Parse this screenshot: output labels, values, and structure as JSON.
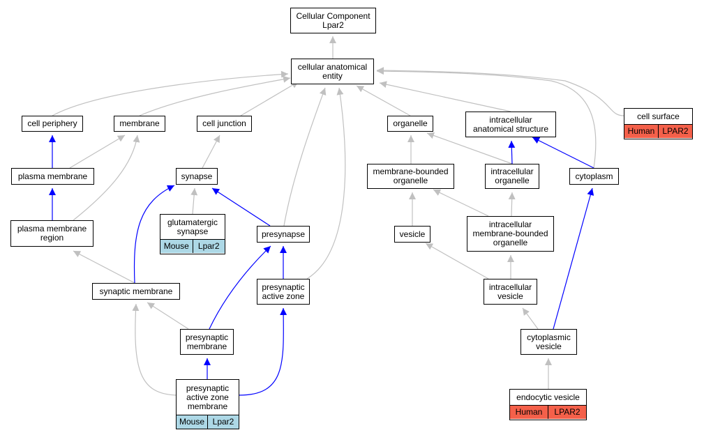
{
  "colors": {
    "is_a": "#c0c0c0",
    "part_of": "#0000ff",
    "mouse": "#add8e6",
    "human": "#f4604a"
  },
  "nodes": {
    "root": {
      "label": "Cellular Component\nLpar2"
    },
    "cae": {
      "label": "cellular anatomical\nentity"
    },
    "cell_periphery": {
      "label": "cell periphery"
    },
    "membrane": {
      "label": "membrane"
    },
    "cell_junction": {
      "label": "cell junction"
    },
    "organelle": {
      "label": "organelle"
    },
    "ias": {
      "label": "intracellular\nanatomical structure"
    },
    "cell_surface": {
      "label": "cell surface",
      "tags": [
        "Human",
        "LPAR2"
      ]
    },
    "plasma_membrane": {
      "label": "plasma membrane"
    },
    "synapse": {
      "label": "synapse"
    },
    "mbo": {
      "label": "membrane-bounded\norganelle"
    },
    "io": {
      "label": "intracellular\norganelle"
    },
    "cytoplasm": {
      "label": "cytoplasm"
    },
    "pmr": {
      "label": "plasma membrane\nregion"
    },
    "glut_synapse": {
      "label": "glutamatergic\nsynapse",
      "tags": [
        "Mouse",
        "Lpar2"
      ]
    },
    "presynapse": {
      "label": "presynapse"
    },
    "vesicle": {
      "label": "vesicle"
    },
    "imbo": {
      "label": "intracellular\nmembrane-bounded\norganelle"
    },
    "syn_membrane": {
      "label": "synaptic membrane"
    },
    "paz": {
      "label": "presynaptic\nactive zone"
    },
    "iv": {
      "label": "intracellular\nvesicle"
    },
    "pre_membrane": {
      "label": "presynaptic\nmembrane"
    },
    "cyto_vesicle": {
      "label": "cytoplasmic\nvesicle"
    },
    "pazm": {
      "label": "presynaptic\nactive zone\nmembrane",
      "tags": [
        "Mouse",
        "Lpar2"
      ]
    },
    "endo_vesicle": {
      "label": "endocytic vesicle",
      "tags": [
        "Human",
        "LPAR2"
      ]
    }
  }
}
